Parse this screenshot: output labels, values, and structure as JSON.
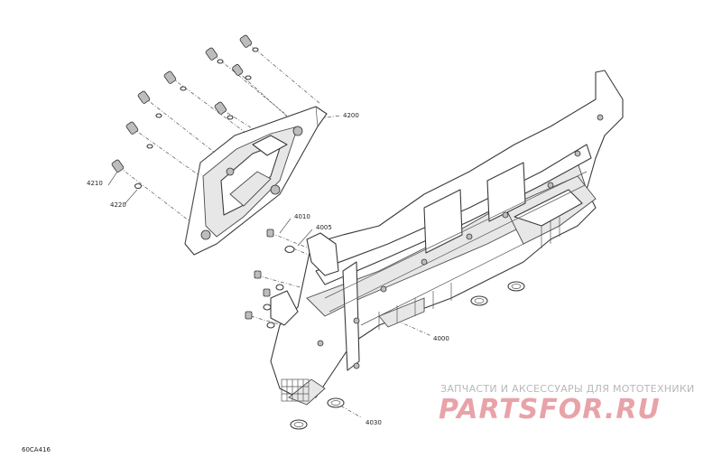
{
  "callouts": {
    "c4200": "4200",
    "c4210": "4210",
    "c4220": "4220",
    "c4010": "4010",
    "c4005": "4005",
    "c4000": "4000",
    "c4030": "4030"
  },
  "drawing_code": "60CA416",
  "watermark": {
    "subtitle": "ЗАПЧАСТИ И АКСЕССУАРЫ ДЛЯ МОТОТЕХНИКИ",
    "logo": "PARTSFOR.RU"
  }
}
